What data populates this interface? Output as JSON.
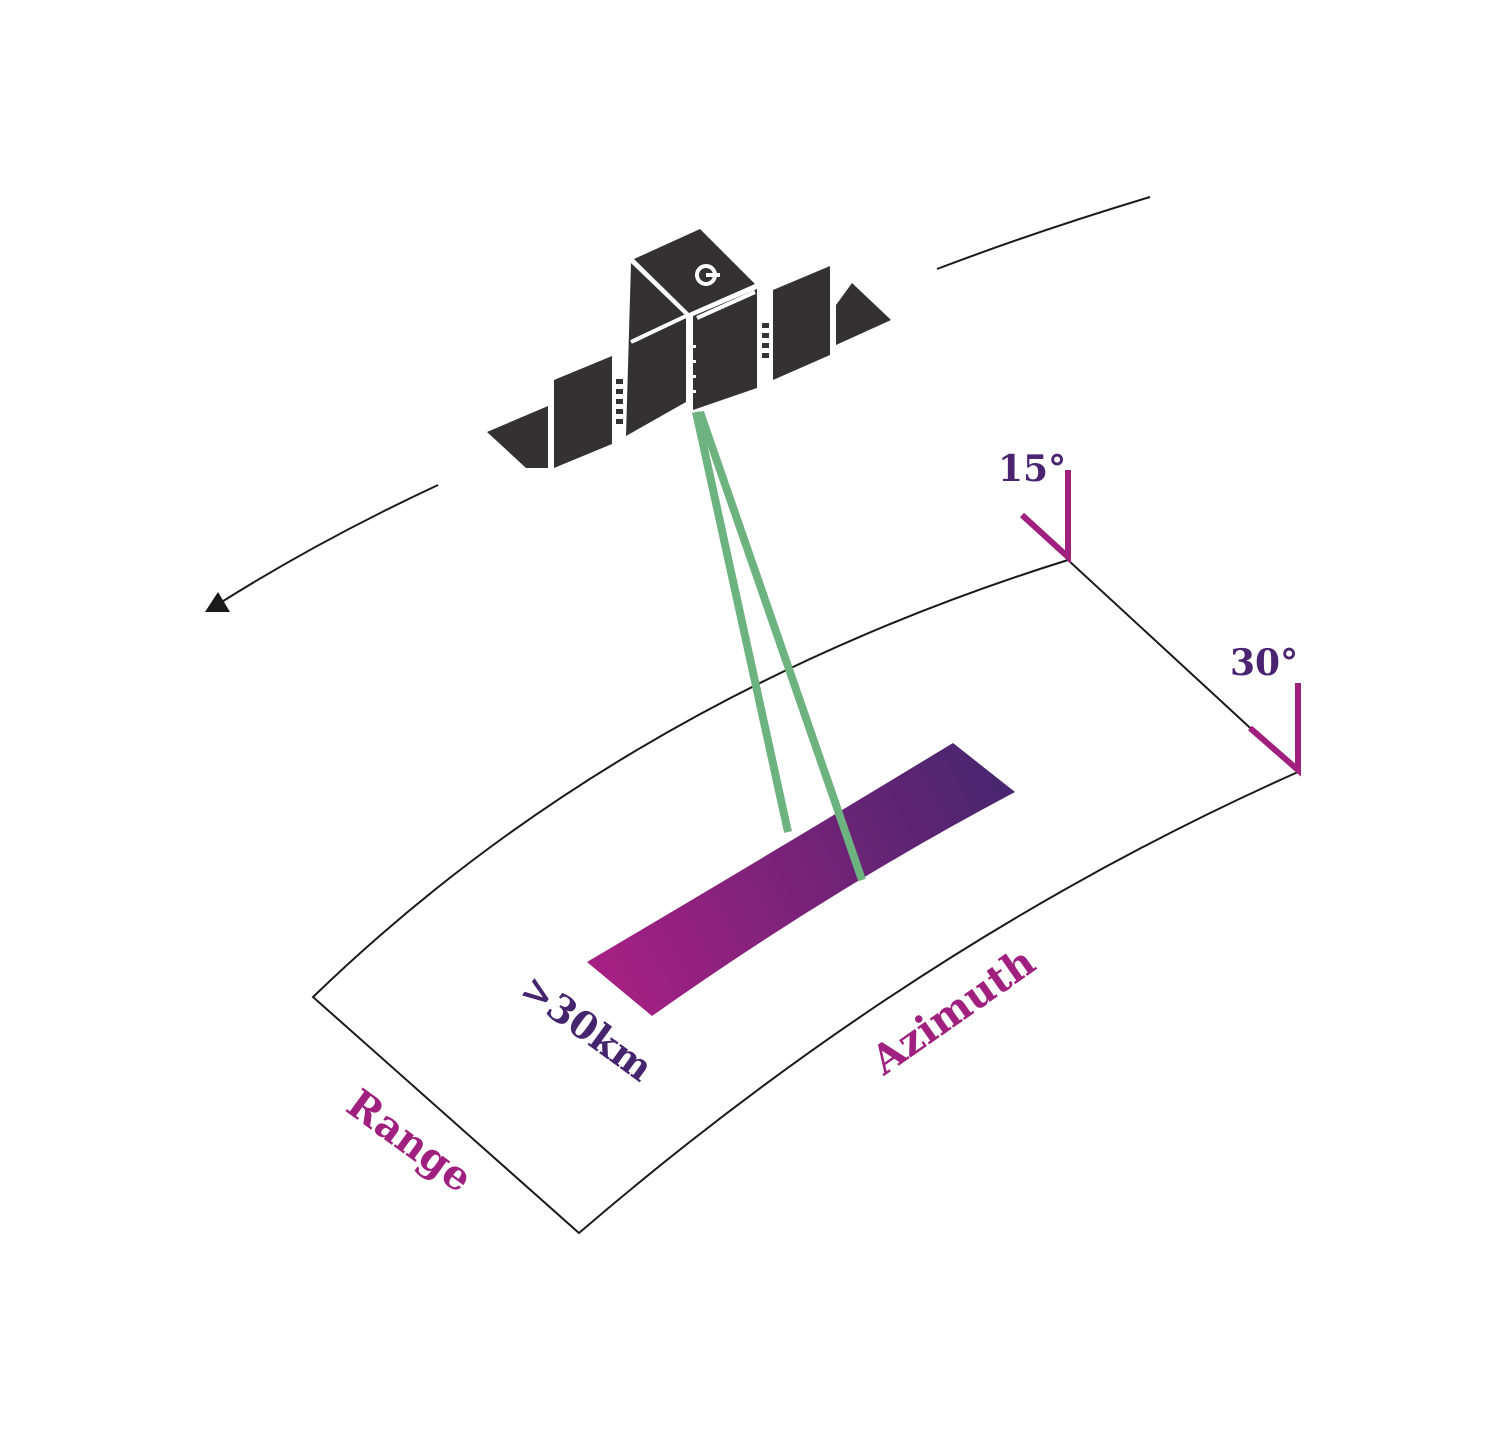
{
  "labels": {
    "angle_near": "15°",
    "angle_far": "30°",
    "swath_width": ">30km",
    "range": "Range",
    "azimuth": "Azimuth"
  },
  "colors": {
    "satellite_body": "#333132",
    "outline": "#1a1a1a",
    "beam": "#6db37f",
    "swath_start": "#a91f84",
    "swath_end": "#45266e",
    "angle_marker": "#a0207f",
    "angle_text": "#4a2470",
    "range_azimuth_text": "#a0207f",
    "swath_text": "#45266e",
    "background": "#ffffff"
  },
  "icons": {
    "satellite": "satellite-icon",
    "orbit_arrow": "orbit-direction-arrow"
  }
}
